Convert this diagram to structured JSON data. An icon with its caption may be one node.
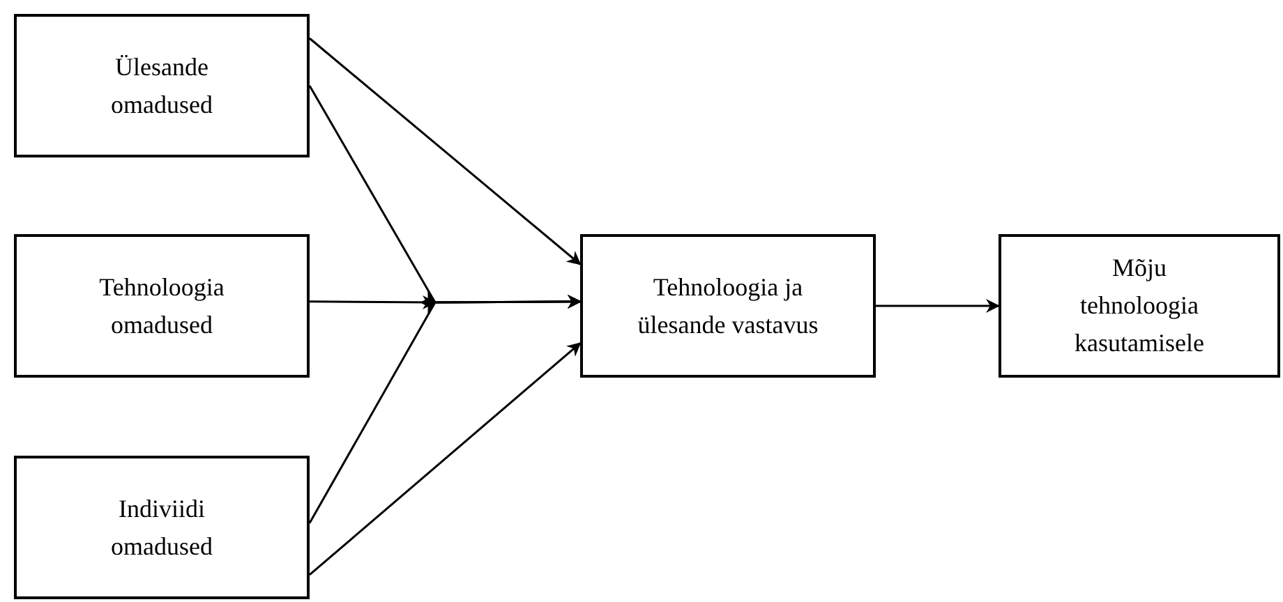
{
  "diagram": {
    "nodes": [
      {
        "text": [
          "Ülesande omadused"
        ]
      },
      {
        "text": [
          "Tehnoloogia omadused"
        ]
      },
      {
        "text": [
          "Indiviidi omadused"
        ]
      },
      {
        "text": [
          "Tehnoloogia ja ülesande vastavus"
        ]
      },
      {
        "text": [
          "Mõju tehnoloogia kasutamisele"
        ]
      }
    ],
    "edges": [
      {
        "from": 0,
        "to": 3,
        "arrow": "to"
      },
      {
        "from": 0,
        "to": 3,
        "arrow": "to"
      },
      {
        "from": 1,
        "to": 3,
        "arrow": "to"
      },
      {
        "from": 2,
        "to": 3,
        "arrow": "to"
      },
      {
        "from": 2,
        "to": 3,
        "arrow": "to"
      },
      {
        "from": 3,
        "to": 4,
        "arrow": "to"
      }
    ]
  }
}
